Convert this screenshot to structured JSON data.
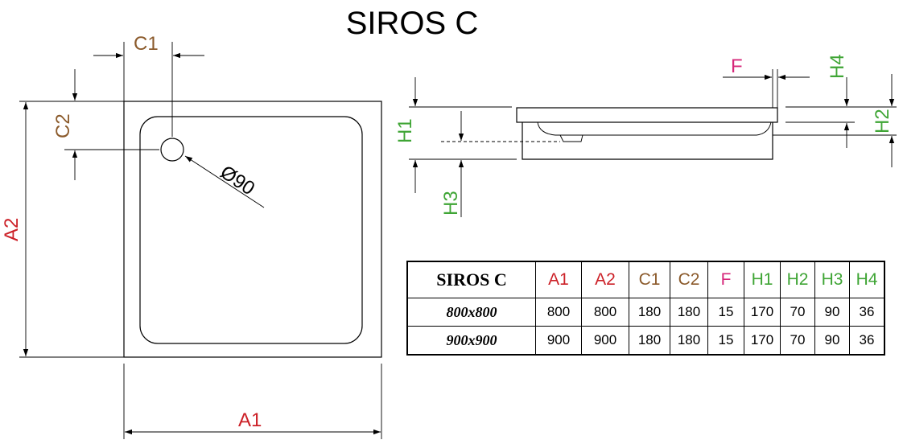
{
  "title": "SIROS C",
  "colors": {
    "red": "#cc2027",
    "brown": "#8b5a2b",
    "magenta": "#d6287a",
    "green": "#3fa535",
    "black": "#000000"
  },
  "drawing": {
    "dims": {
      "c1": "C1",
      "c2": "C2",
      "a1": "A1",
      "a2": "A2",
      "drain": "Ø90",
      "f": "F",
      "h1": "H1",
      "h2": "H2",
      "h3": "H3",
      "h4": "H4"
    }
  },
  "table": {
    "name": "SIROS C",
    "headers": [
      "A1",
      "A2",
      "C1",
      "C2",
      "F",
      "H1",
      "H2",
      "H3",
      "H4"
    ],
    "header_colors": [
      "red",
      "red",
      "brown",
      "brown",
      "magenta",
      "green",
      "green",
      "green",
      "green"
    ],
    "rows": [
      {
        "model": "800x800",
        "values": [
          "800",
          "800",
          "180",
          "180",
          "15",
          "170",
          "70",
          "90",
          "36"
        ]
      },
      {
        "model": "900x900",
        "values": [
          "900",
          "900",
          "180",
          "180",
          "15",
          "170",
          "70",
          "90",
          "36"
        ]
      }
    ]
  }
}
